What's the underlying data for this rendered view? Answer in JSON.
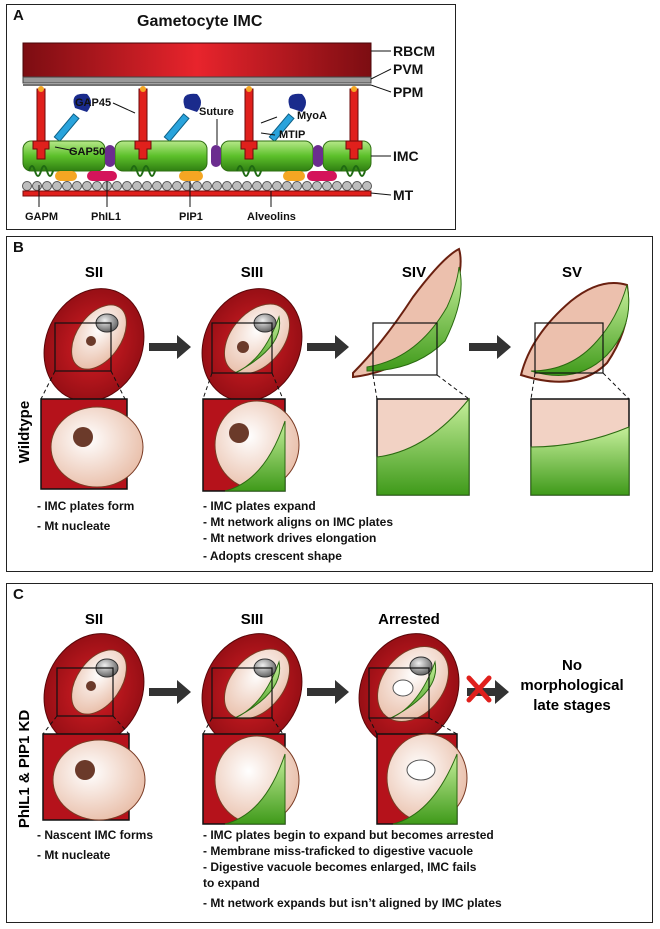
{
  "panel_a": {
    "letter": "A",
    "title": "Gametocyte IMC",
    "right_labels": [
      "RBCM",
      "PVM",
      "PPM",
      "IMC",
      "MT"
    ],
    "top_labels": [
      "GAP45",
      "Suture",
      "MyoA",
      "MTIP",
      "GAP50"
    ],
    "bottom_labels": [
      "GAPM",
      "PhIL1",
      "PIP1",
      "Alveolins"
    ]
  },
  "panel_b": {
    "letter": "B",
    "side_label": "Wildtype",
    "stages": [
      "SII",
      "SIII",
      "SIV",
      "SV"
    ],
    "notes_1": [
      "- IMC plates form",
      "- Mt nucleate"
    ],
    "notes_2": [
      "- IMC plates expand",
      "- Mt network aligns on IMC plates",
      "- Mt network drives elongation",
      "- Adopts crescent shape"
    ]
  },
  "panel_c": {
    "letter": "C",
    "side_label": "PhIL1 & PIP1 KD",
    "stages": [
      "SII",
      "SIII",
      "Arrested"
    ],
    "outcome": [
      "No",
      "morphological",
      "late stages"
    ],
    "notes_1": [
      "- Nascent IMC forms",
      "- Mt nucleate"
    ],
    "notes_2": [
      "- IMC plates begin to expand but becomes arrested",
      "- Membrane miss-traficked to digestive vacuole",
      "- Digestive vacuole becomes enlarged, IMC fails",
      "to expand",
      "- Mt network expands but isn’t aligned by IMC plates"
    ]
  },
  "colors": {
    "rbc": "#b5121b",
    "imc_green": "#5cc02a",
    "gap_red": "#e0201c",
    "myoa_blue": "#1a2b8c",
    "mtip_cyan": "#29a3dc",
    "suture_purple": "#6b2d8f",
    "pip1_orange": "#f5a623",
    "phil1_pink": "#d4145a"
  }
}
